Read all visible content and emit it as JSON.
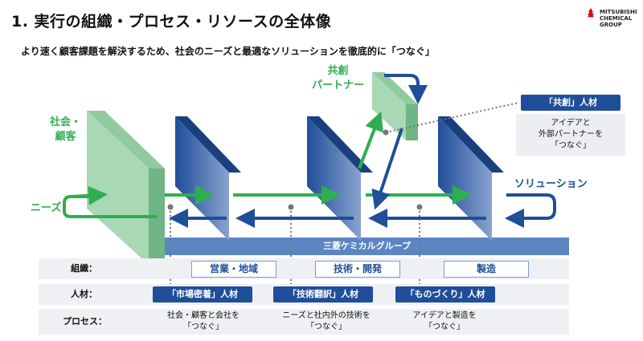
{
  "title": "1. 実行の組織・プロセス・リソースの全体像",
  "subtitle": "より速く顧客課題を解決するため、社会のニーズと最適なソリューションを徹底的に「つなぐ」",
  "logo": {
    "text": "MITSUBISHI\nCHEMICAL\nGROUP"
  },
  "labels": {
    "society": "社会・\n顧客",
    "needs": "ニーズ",
    "partner": "共創\nパートナー",
    "solution": "ソリューション"
  },
  "cocreation": {
    "tag": "「共創」人材",
    "note": "アイデアと\n外部パートナーを\n「つなぐ」"
  },
  "group_bar": "三菱ケミカルグループ",
  "rows": {
    "org": {
      "label": "組織：",
      "items": [
        "営業・地域",
        "技術・開発",
        "製造"
      ]
    },
    "talent": {
      "label": "人材：",
      "items": [
        "「市場密着」人材",
        "「技術翻訳」人材",
        "「ものづくり」人材"
      ]
    },
    "process": {
      "label": "プロセス：",
      "items": [
        "社会・顧客と会社を\n「つなぐ」",
        "ニーズと社内外の技術を\n「つなぐ」",
        "アイデアと製造を\n「つなぐ」"
      ]
    }
  },
  "colors": {
    "green": "#2fae4f",
    "navy": "#1f4e9a",
    "panel_green": "#a9d8b5",
    "bar_blue": "#5b86c2"
  }
}
